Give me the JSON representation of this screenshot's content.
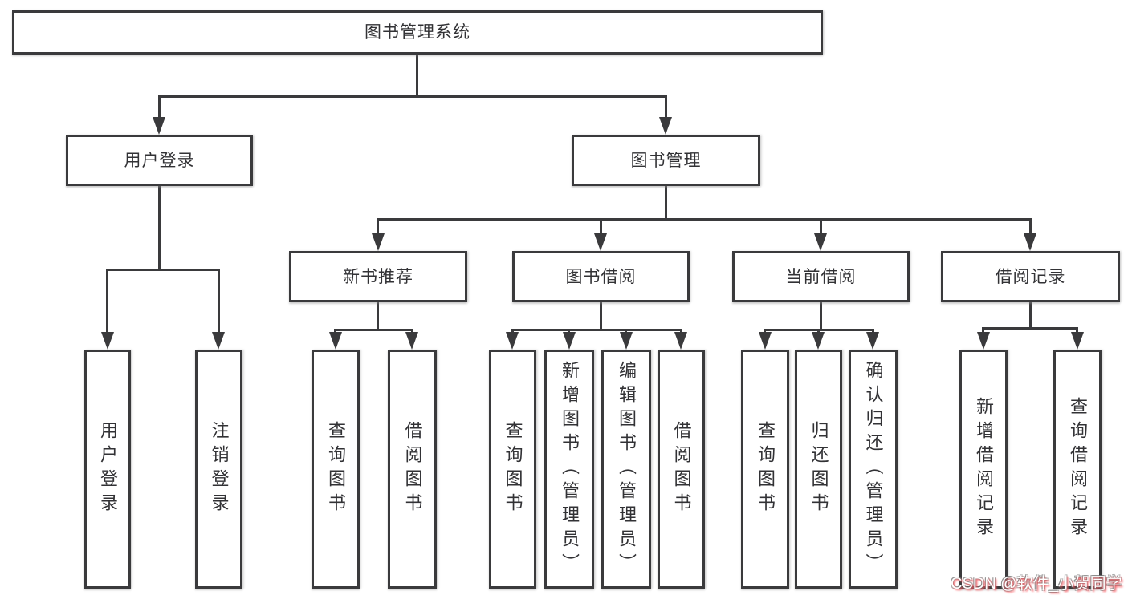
{
  "nodes": {
    "root": "图书管理系统",
    "user_login": "用户登录",
    "book_mgmt": "图书管理",
    "new_book": "新书推荐",
    "book_borrow": "图书借阅",
    "current_borrow": "当前借阅",
    "borrow_records": "借阅记录",
    "leaf_user_login": "用户登录",
    "leaf_logout": "注销登录",
    "leaf_nb_query": "查询图书",
    "leaf_nb_borrow": "借阅图书",
    "leaf_bb_query": "查询图书",
    "leaf_bb_add": "新增图书（管理员）",
    "leaf_bb_edit": "编辑图书（管理员）",
    "leaf_bb_borrow": "借阅图书",
    "leaf_cb_query": "查询图书",
    "leaf_cb_return": "归还图书",
    "leaf_cb_confirm": "确认归还（管理员）",
    "leaf_br_add": "新增借阅记录",
    "leaf_br_query": "查询借阅记录"
  },
  "watermark": "CSDN @软件_小贺同学",
  "colors": {
    "line": "#3a3a3c",
    "box_fill": "#ffffff",
    "text": "#323235",
    "watermark_text": "#ffffff",
    "watermark_glow": "#f8575e"
  }
}
